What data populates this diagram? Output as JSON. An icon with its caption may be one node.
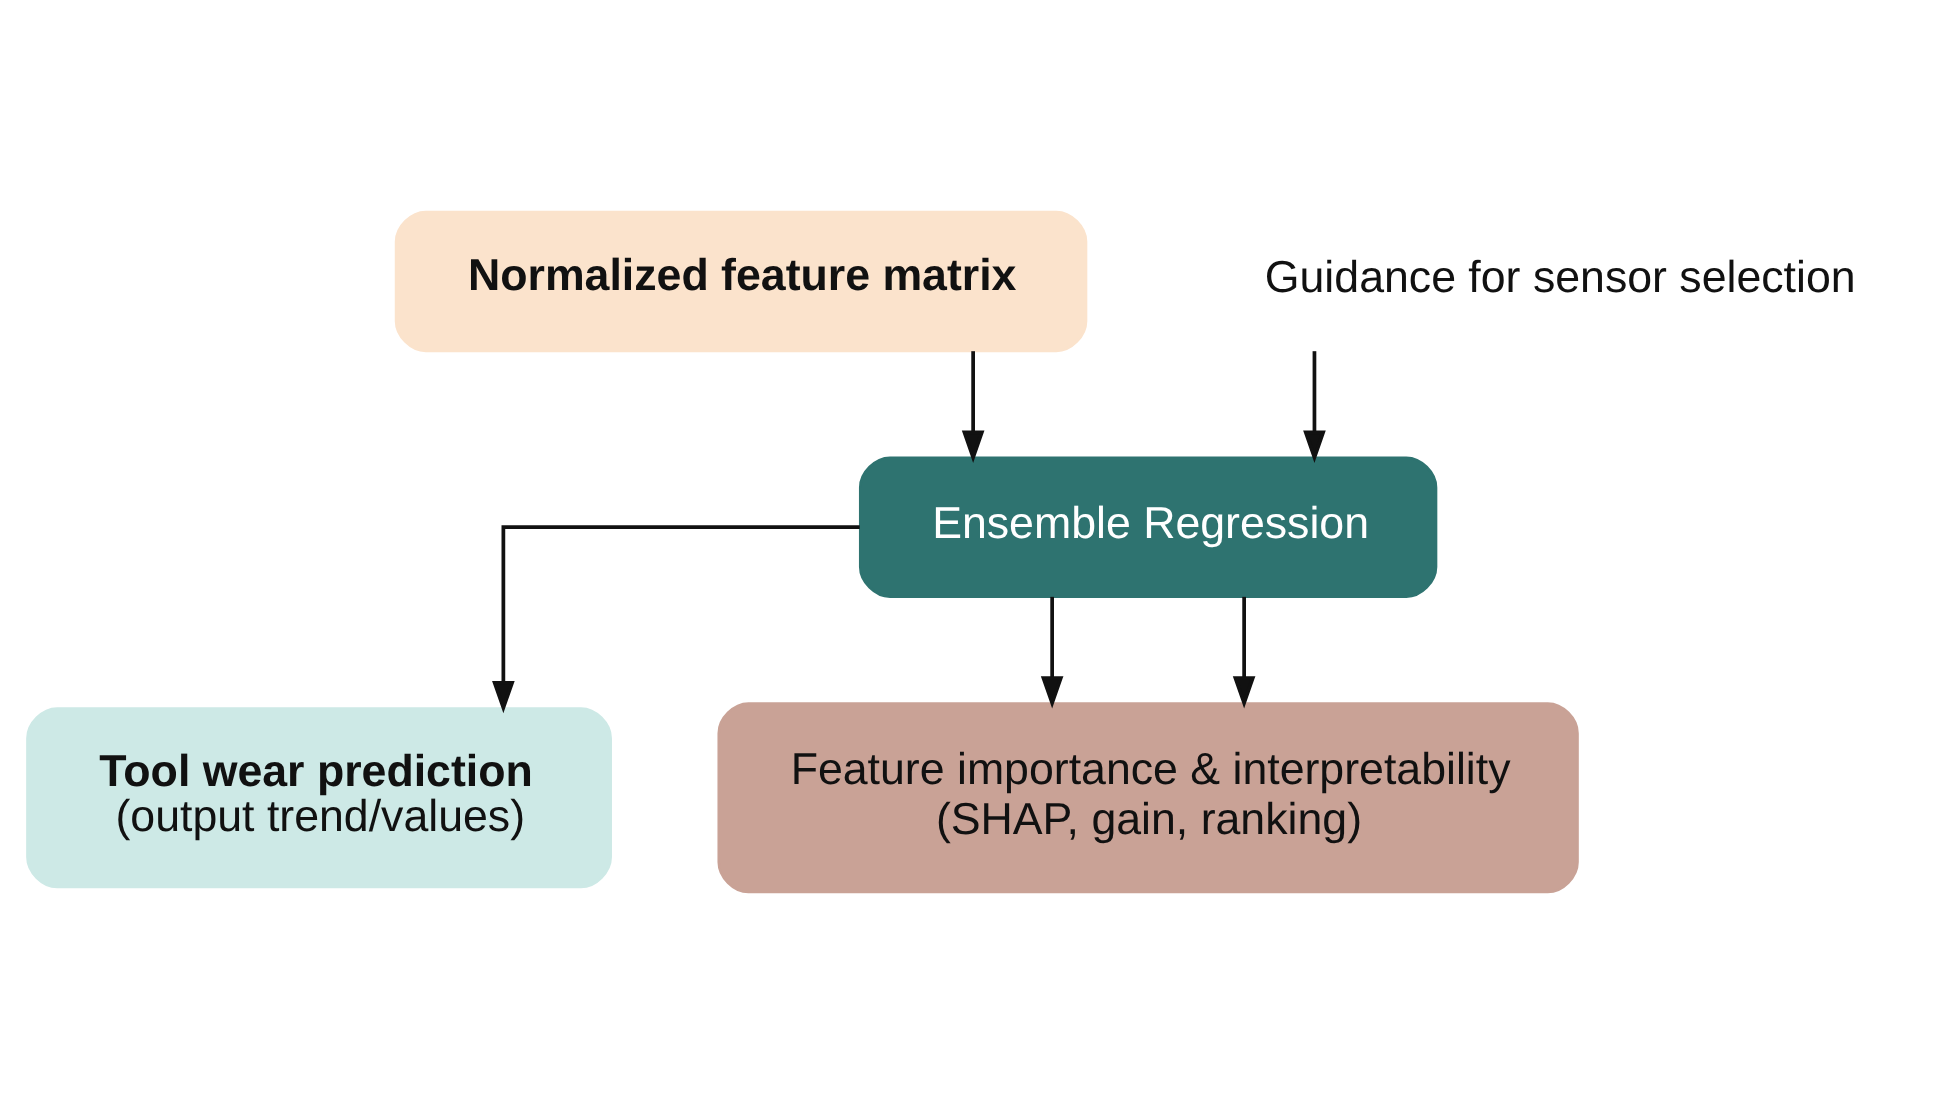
{
  "diagram": {
    "nodes": [
      {
        "text": [
          "Normalized feature matrix"
        ]
      },
      {
        "text": [
          "Ensemble Regression"
        ]
      },
      {
        "text": [
          "Guidance for sensor selection"
        ]
      },
      {
        "text": [
          "Tool wear prediction",
          "(output trend/values)"
        ]
      },
      {
        "text": [
          "Feature importance & interpretability",
          "(SHAP, gain, ranking)"
        ]
      }
    ],
    "edges": [
      {
        "from": 0,
        "to": 1,
        "arrow": "to"
      },
      {
        "from": 2,
        "to": 1,
        "arrow": "to"
      },
      {
        "from": 1,
        "to": 3,
        "arrow": "to"
      },
      {
        "from": 1,
        "to": 4,
        "arrow": "to"
      },
      {
        "from": 1,
        "to": 4,
        "arrow": "to"
      }
    ]
  }
}
